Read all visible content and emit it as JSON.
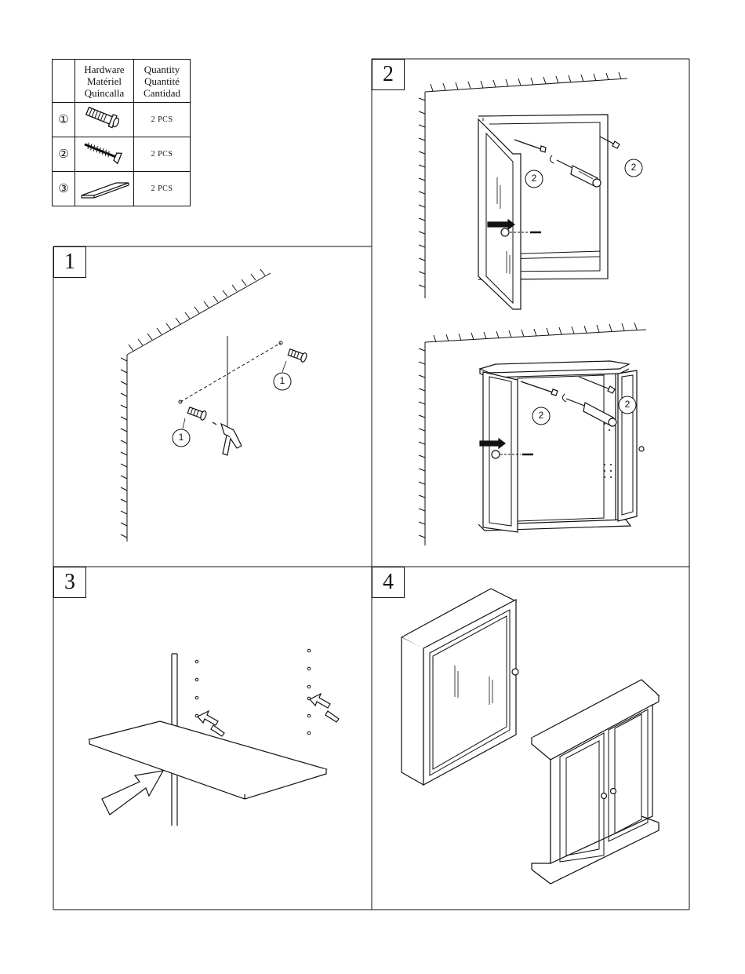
{
  "hardware_table": {
    "header_hardware": [
      "Hardware",
      "Matériel",
      "Quincalla"
    ],
    "header_quantity": [
      "Quantity",
      "Quantité",
      "Cantidad"
    ],
    "rows": [
      {
        "num": "①",
        "icon": "wall-anchor-icon",
        "qty": "2 PCS"
      },
      {
        "num": "②",
        "icon": "screw-icon",
        "qty": "2 PCS"
      },
      {
        "num": "③",
        "icon": "shelf-panel-icon",
        "qty": "2 PCS"
      }
    ]
  },
  "steps": [
    {
      "label": "1",
      "callouts": [
        "1",
        "1"
      ]
    },
    {
      "label": "2",
      "callouts": [
        "2",
        "2",
        "2",
        "2"
      ]
    },
    {
      "label": "3"
    },
    {
      "label": "4"
    }
  ]
}
